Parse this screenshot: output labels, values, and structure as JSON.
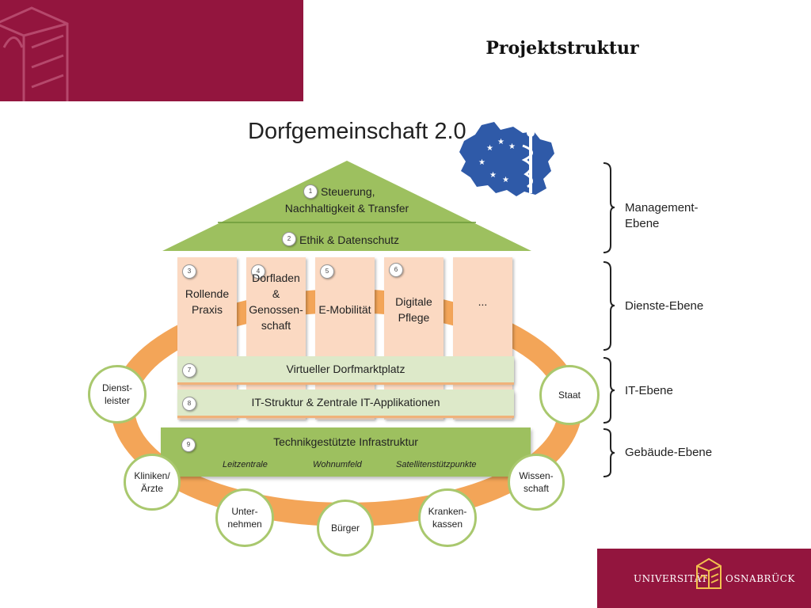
{
  "slide": {
    "title": "Projektstruktur"
  },
  "diagram": {
    "title": "Dorfgemeinschaft 2.0",
    "roof": {
      "num1": "1",
      "line1": "Steuerung,",
      "line2": "Nachhaltigkeit & Transfer",
      "num2": "2",
      "label2": "Ethik & Datenschutz"
    },
    "pillars": [
      {
        "num": "3",
        "lines": [
          "Rollende",
          "Praxis"
        ]
      },
      {
        "num": "4",
        "lines": [
          "Dorfladen",
          "&",
          "Genossen-",
          "schaft"
        ]
      },
      {
        "num": "5",
        "lines": [
          "E-Mobilität"
        ]
      },
      {
        "num": "6",
        "lines": [
          "Digitale",
          "Pflege"
        ]
      },
      {
        "num": "",
        "lines": [
          "..."
        ]
      }
    ],
    "bands": [
      {
        "num": "7",
        "label": "Virtueller Dorfmarktplatz"
      },
      {
        "num": "8",
        "label": "IT-Struktur & Zentrale IT-Applikationen"
      }
    ],
    "infrastructure": {
      "num": "9",
      "title": "Technikgestützte Infrastruktur",
      "items": [
        "Leitzentrale",
        "Wohnumfeld",
        "Satellitenstützpunkte"
      ]
    },
    "stakeholders": [
      "Dienst-\nleister",
      "Kliniken/\nÄrzte",
      "Unter-\nnehmen",
      "Bürger",
      "Kranken-\nkassen",
      "Wissen-\nschaft",
      "Staat"
    ],
    "levels": [
      "Management-\nEbene",
      "Dienste-Ebene",
      "IT-Ebene",
      "Gebäude-Ebene"
    ]
  },
  "footer": {
    "university_left": "UNIVERSITÄT",
    "university_right": "OSNABRÜCK"
  },
  "colors": {
    "brand": "#93153e",
    "roof_green": "#9dc05f",
    "pillar_peach": "#fbd9c2",
    "band_green": "#dde9c9",
    "ring_orange": "#f3a558",
    "map_blue": "#2f5aa8"
  }
}
